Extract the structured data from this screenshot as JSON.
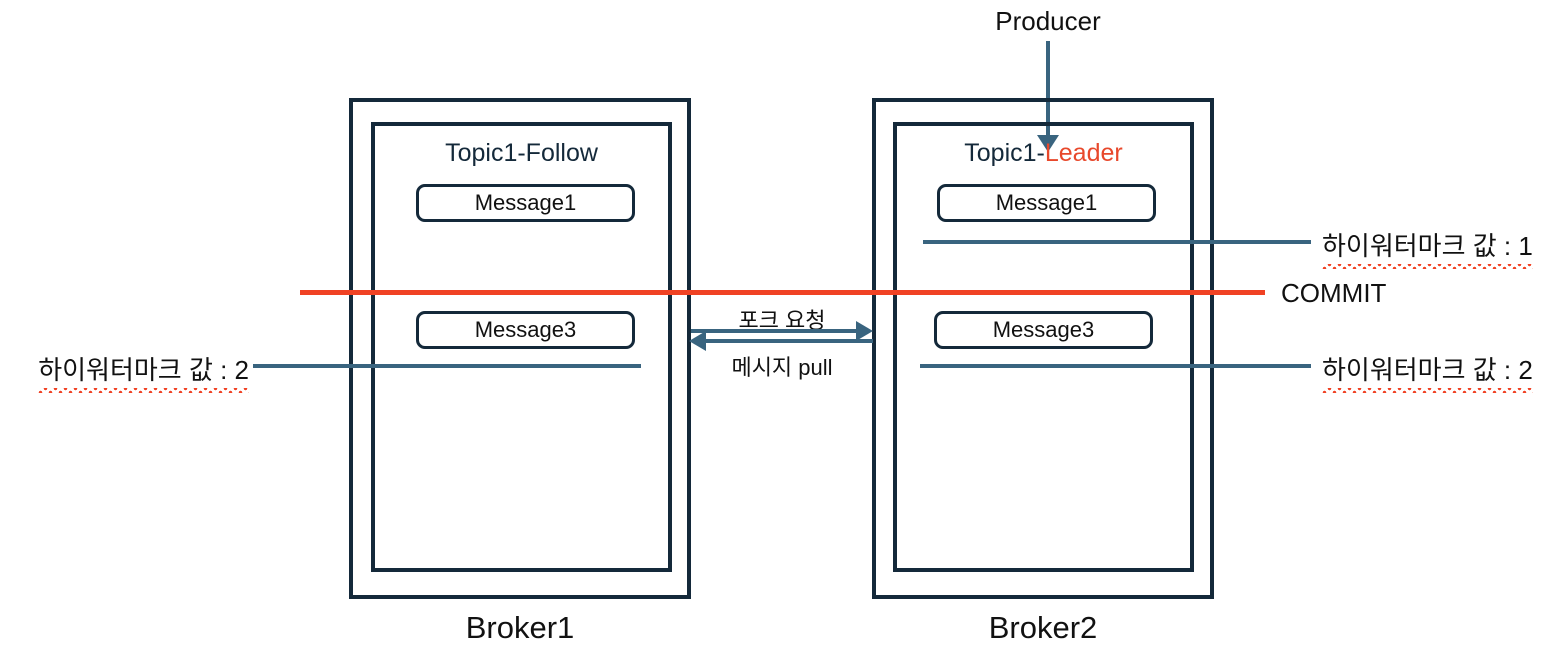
{
  "diagram": {
    "title": "Kafka replication high-watermark diagram",
    "colors": {
      "box_stroke": "#14293a",
      "line_blue": "#39647f",
      "commit_red": "#f04224",
      "leader_red": "#e8482b",
      "text": "#111111",
      "background": "#ffffff"
    },
    "producer": {
      "label": "Producer"
    },
    "brokers": [
      {
        "caption": "Broker1",
        "topic_prefix": "Topic1-",
        "topic_role": "Follow",
        "role_is_leader": false,
        "messages": [
          "Message1",
          "Message3"
        ]
      },
      {
        "caption": "Broker2",
        "topic_prefix": "Topic1-",
        "topic_role": "Leader",
        "role_is_leader": true,
        "messages": [
          "Message1",
          "Message3"
        ]
      }
    ],
    "between_arrows": [
      {
        "label": "포크 요청",
        "direction": "right"
      },
      {
        "label": "메시지 pull",
        "direction": "left"
      }
    ],
    "annotations": {
      "commit": "COMMIT",
      "hwm_leader_1": "하이워터마크 값 : 1",
      "hwm_leader_2": "하이워터마크 값 : 2",
      "hwm_follower_2": "하이워터마크 값 : 2"
    }
  }
}
